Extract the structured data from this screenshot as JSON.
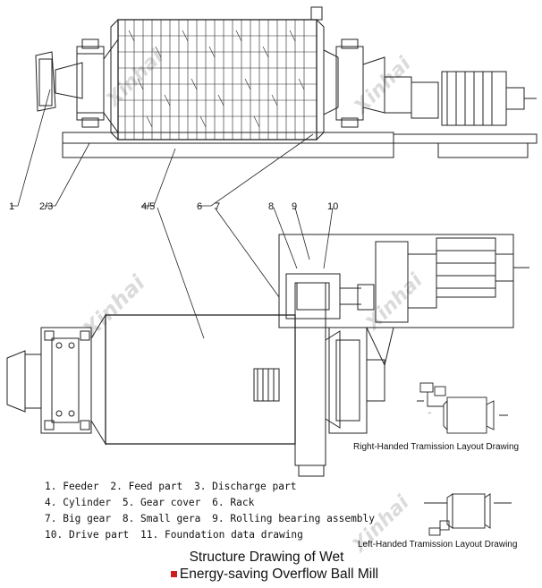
{
  "callouts": [
    "1",
    "2",
    "3",
    "4",
    "5",
    "6",
    "7",
    "8",
    "9",
    "10"
  ],
  "callout_pairs": {
    "a": "2/3",
    "b": "4/5"
  },
  "legend": [
    [
      "1. Feeder",
      "2. Feed part",
      "3. Discharge part"
    ],
    [
      "4. Cylinder",
      "5. Gear cover",
      "6. Rack"
    ],
    [
      "7. Big gear",
      "8. Small gera",
      "9. Rolling bearing assembly"
    ],
    [
      "10. Drive part",
      "11. Foundation data drawing"
    ]
  ],
  "right_layout_label": "Right-Handed Tramission Layout Drawing",
  "left_layout_label": "Left-Handed Tramission Layout Drawing",
  "title_line1": "Structure Drawing of Wet",
  "title_line2": "Energy-saving Overflow Ball Mill",
  "watermark_text": "Xinhai",
  "colors": {
    "line": "#222222",
    "watermark": "#c9c9c9",
    "title_marker": "#cc1f1f",
    "background": "#ffffff"
  },
  "icons": [
    "xinhai-logo-watermark",
    "red-square-marker"
  ]
}
